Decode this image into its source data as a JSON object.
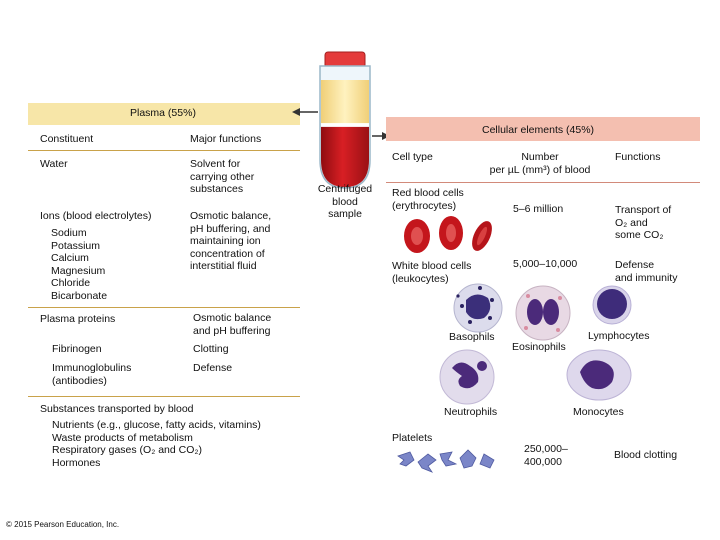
{
  "plasma": {
    "title": "Plasma (55%)",
    "col_constituent": "Constituent",
    "col_functions": "Major functions",
    "rows": [
      {
        "constituent": "Water",
        "function": [
          "Solvent for",
          "carrying other",
          "substances"
        ]
      },
      {
        "constituent": "Ions (blood electrolytes)",
        "function": [
          "Osmotic balance,",
          "pH buffering, and",
          "maintaining ion",
          "concentration of",
          "interstitial fluid"
        ]
      },
      {
        "constituent": "Plasma proteins",
        "function": [
          "Osmotic balance",
          "and pH buffering"
        ]
      },
      {
        "constituent": "Fibrinogen",
        "function": [
          "Clotting"
        ]
      },
      {
        "constituent": [
          "Immunoglobulins",
          "(antibodies)"
        ],
        "function": [
          "Defense"
        ]
      }
    ],
    "ions": [
      "Sodium",
      "Potassium",
      "Calcium",
      "Magnesium",
      "Chloride",
      "Bicarbonate"
    ],
    "substances_title": "Substances transported by blood",
    "substances": [
      "Nutrients (e.g., glucose, fatty acids, vitamins)",
      "Waste products of metabolism",
      "Respiratory gases (O₂ and CO₂)",
      "Hormones"
    ]
  },
  "tube_label": [
    "Centrifuged",
    "blood",
    "sample"
  ],
  "cellular": {
    "title": "Cellular elements (45%)",
    "col_cell_type": "Cell type",
    "col_number": [
      "Number",
      "per µL (mm³) of blood"
    ],
    "col_functions": "Functions",
    "rbc_label": [
      "Red blood cells",
      "(erythrocytes)"
    ],
    "rbc_number": "5–6 million",
    "rbc_function": [
      "Transport of",
      "O₂ and",
      "some CO₂"
    ],
    "wbc_label": [
      "White blood cells",
      "(leukocytes)"
    ],
    "wbc_number": "5,000–10,000",
    "wbc_function": [
      "Defense",
      "and immunity"
    ],
    "wbc_types": {
      "basophils": "Basophils",
      "eosinophils": "Eosinophils",
      "lymphocytes": "Lymphocytes",
      "neutrophils": "Neutrophils",
      "monocytes": "Monocytes"
    },
    "platelets_label": "Platelets",
    "platelets_number": [
      "250,000–",
      "400,000"
    ],
    "platelets_function": "Blood clotting"
  },
  "copyright": "© 2015 Pearson Education, Inc.",
  "colors": {
    "plasma_band": "#f7e6a8",
    "cell_band": "#f4bfb0",
    "blood_red": "#c4161c",
    "wbc_nucleus": "#4b2a7a"
  }
}
